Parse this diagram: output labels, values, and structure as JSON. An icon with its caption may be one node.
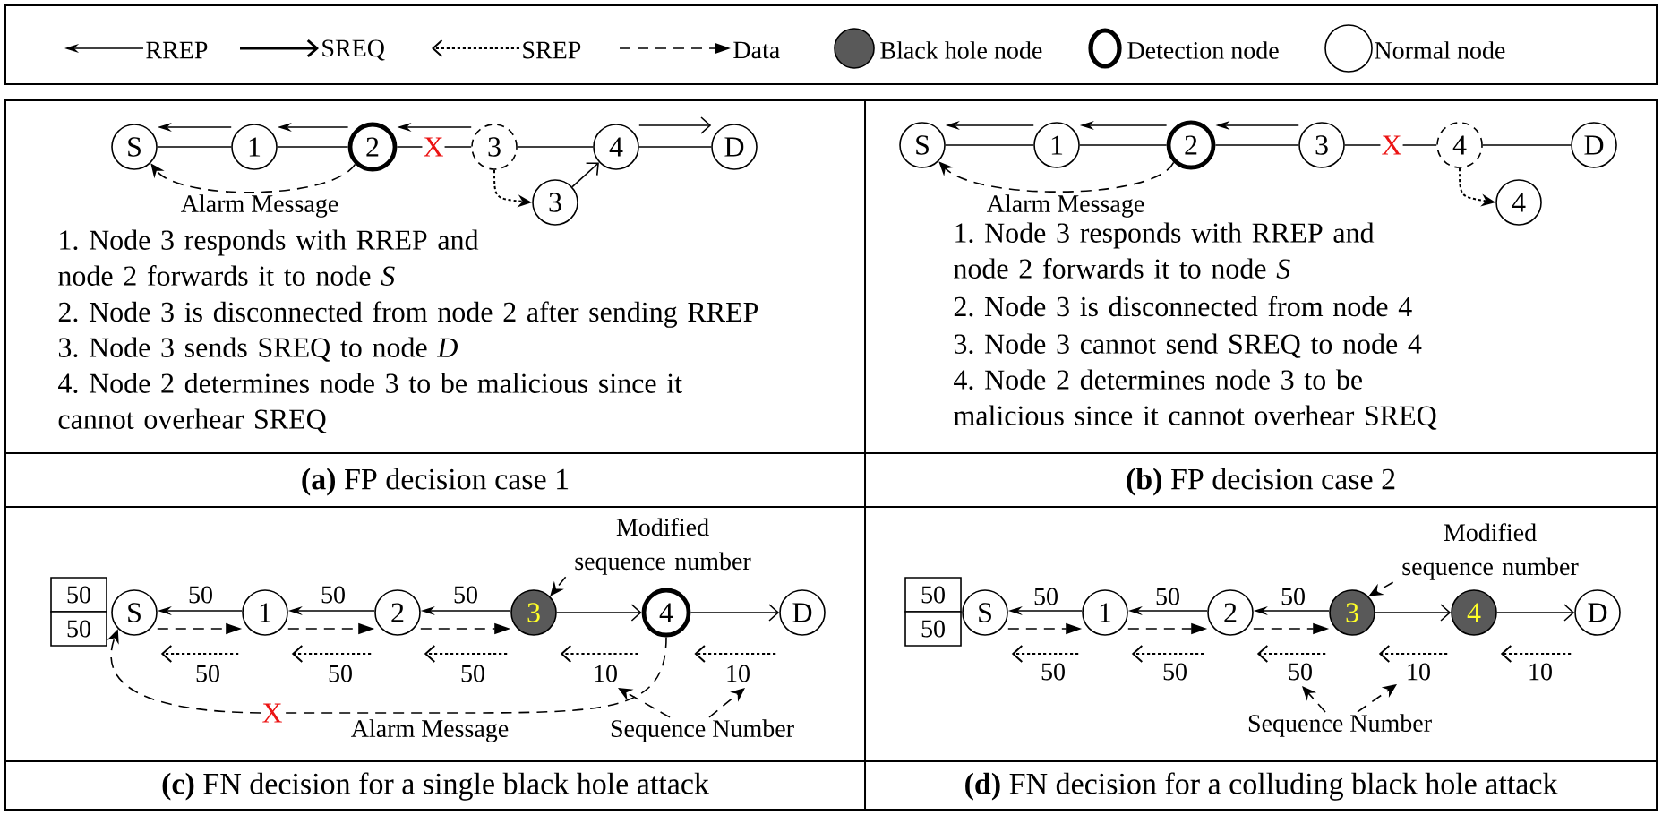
{
  "diagram": {
    "nodes": [
      {
        "text": [
          "S"
        ]
      },
      {
        "text": [
          "1"
        ]
      },
      {
        "text": [
          "2"
        ]
      },
      {
        "text": [
          "3"
        ]
      },
      {
        "text": [
          "4"
        ]
      },
      {
        "text": [
          "D"
        ]
      },
      {
        "text": [
          "3"
        ]
      },
      {
        "text": [
          "S"
        ]
      },
      {
        "text": [
          "1"
        ]
      },
      {
        "text": [
          "2"
        ]
      },
      {
        "text": [
          "3"
        ]
      },
      {
        "text": [
          "4"
        ]
      },
      {
        "text": [
          "D"
        ]
      },
      {
        "text": [
          "4"
        ]
      },
      {
        "text": [
          "50"
        ]
      },
      {
        "text": [
          "50"
        ]
      },
      {
        "text": [
          "S"
        ]
      },
      {
        "text": [
          "1"
        ]
      },
      {
        "text": [
          "2"
        ]
      },
      {
        "text": [
          "3"
        ]
      },
      {
        "text": [
          "4"
        ]
      },
      {
        "text": [
          "D"
        ]
      },
      {
        "text": [
          "Modified sequence number"
        ]
      },
      {
        "text": [
          "Sequence Number"
        ]
      },
      {
        "text": [
          "50"
        ]
      },
      {
        "text": [
          "50"
        ]
      },
      {
        "text": [
          "S"
        ]
      },
      {
        "text": [
          "1"
        ]
      },
      {
        "text": [
          "2"
        ]
      },
      {
        "text": [
          "3"
        ]
      },
      {
        "text": [
          "4"
        ]
      },
      {
        "text": [
          "D"
        ]
      },
      {
        "text": [
          "Modified sequence number"
        ]
      },
      {
        "text": [
          "Sequence Number"
        ]
      }
    ],
    "edges": [
      {
        "from": 0,
        "to": 1,
        "arrow": "none"
      },
      {
        "from": 1,
        "to": 2,
        "arrow": "none"
      },
      {
        "from": 2,
        "to": 3,
        "arrow": "none"
      },
      {
        "from": 3,
        "to": 4,
        "arrow": "none"
      },
      {
        "from": 4,
        "to": 5,
        "arrow": "none"
      },
      {
        "from": 1,
        "to": 0,
        "arrow": "to"
      },
      {
        "from": 2,
        "to": 1,
        "arrow": "to"
      },
      {
        "from": 3,
        "to": 2,
        "arrow": "to"
      },
      {
        "from": 4,
        "to": 5,
        "arrow": "to"
      },
      {
        "from": 3,
        "to": 6,
        "arrow": "to",
        "style": "dashed"
      },
      {
        "from": 6,
        "to": 4,
        "arrow": "to"
      },
      {
        "from": 2,
        "to": 0,
        "arrow": "to",
        "style": "dashed",
        "label": "Alarm Message"
      },
      {
        "from": 7,
        "to": 8,
        "arrow": "none"
      },
      {
        "from": 8,
        "to": 9,
        "arrow": "none"
      },
      {
        "from": 9,
        "to": 10,
        "arrow": "none"
      },
      {
        "from": 10,
        "to": 11,
        "arrow": "none"
      },
      {
        "from": 11,
        "to": 12,
        "arrow": "none"
      },
      {
        "from": 8,
        "to": 7,
        "arrow": "to"
      },
      {
        "from": 9,
        "to": 8,
        "arrow": "to"
      },
      {
        "from": 10,
        "to": 9,
        "arrow": "to"
      },
      {
        "from": 11,
        "to": 13,
        "arrow": "to",
        "style": "dashed"
      },
      {
        "from": 9,
        "to": 7,
        "arrow": "to",
        "style": "dashed",
        "label": "Alarm Message"
      },
      {
        "from": 17,
        "to": 16,
        "arrow": "to",
        "label": "50"
      },
      {
        "from": 18,
        "to": 17,
        "arrow": "to",
        "label": "50"
      },
      {
        "from": 19,
        "to": 18,
        "arrow": "to",
        "label": "50"
      },
      {
        "from": 19,
        "to": 20,
        "arrow": "to"
      },
      {
        "from": 20,
        "to": 21,
        "arrow": "to"
      },
      {
        "from": 16,
        "to": 17,
        "arrow": "to",
        "style": "dashed"
      },
      {
        "from": 17,
        "to": 18,
        "arrow": "to",
        "style": "dashed"
      },
      {
        "from": 18,
        "to": 19,
        "arrow": "to",
        "style": "dashed"
      },
      {
        "from": 17,
        "to": 16,
        "arrow": "to",
        "style": "dashed",
        "label": "50"
      },
      {
        "from": 18,
        "to": 17,
        "arrow": "to",
        "style": "dashed",
        "label": "50"
      },
      {
        "from": 19,
        "to": 18,
        "arrow": "to",
        "style": "dashed",
        "label": "50"
      },
      {
        "from": 20,
        "to": 19,
        "arrow": "to",
        "style": "dashed",
        "label": "10"
      },
      {
        "from": 21,
        "to": 20,
        "arrow": "to",
        "style": "dashed",
        "label": "10"
      },
      {
        "from": 20,
        "to": 16,
        "arrow": "to",
        "style": "dashed",
        "label": "Alarm Message"
      },
      {
        "from": 22,
        "to": 19,
        "arrow": "to",
        "style": "dashed"
      },
      {
        "from": 23,
        "to": null,
        "arrow": "to",
        "style": "dashed"
      },
      {
        "from": 23,
        "to": null,
        "arrow": "to",
        "style": "dashed"
      },
      {
        "from": 27,
        "to": 26,
        "arrow": "to",
        "label": "50"
      },
      {
        "from": 28,
        "to": 27,
        "arrow": "to",
        "label": "50"
      },
      {
        "from": 29,
        "to": 28,
        "arrow": "to",
        "label": "50"
      },
      {
        "from": 29,
        "to": 30,
        "arrow": "to"
      },
      {
        "from": 30,
        "to": 31,
        "arrow": "to"
      },
      {
        "from": 26,
        "to": 27,
        "arrow": "to",
        "style": "dashed"
      },
      {
        "from": 27,
        "to": 28,
        "arrow": "to",
        "style": "dashed"
      },
      {
        "from": 28,
        "to": 29,
        "arrow": "to",
        "style": "dashed"
      },
      {
        "from": 27,
        "to": 26,
        "arrow": "to",
        "style": "dashed",
        "label": "50"
      },
      {
        "from": 28,
        "to": 27,
        "arrow": "to",
        "style": "dashed",
        "label": "50"
      },
      {
        "from": 29,
        "to": 28,
        "arrow": "to",
        "style": "dashed",
        "label": "50"
      },
      {
        "from": 30,
        "to": 29,
        "arrow": "to",
        "style": "dashed",
        "label": "10"
      },
      {
        "from": 31,
        "to": 30,
        "arrow": "to",
        "style": "dashed",
        "label": "10"
      },
      {
        "from": 32,
        "to": 29,
        "arrow": "to",
        "style": "dashed"
      },
      {
        "from": 33,
        "to": null,
        "arrow": "to",
        "style": "dashed"
      },
      {
        "from": 33,
        "to": null,
        "arrow": "to",
        "style": "dashed"
      }
    ],
    "labels": [
      "X",
      "1. Node 3 responds with RREP and node 2 forwards it to node *S*",
      "2. Node 3 is disconnected from node 2 after sending RREP",
      "3. Node 3 sends SREQ to node *D*",
      "4. Node 2 determines node 3 to be malicious since it cannot overhear SREQ",
      "**(a)** FP decision case 1",
      "X",
      "1. Node 3 responds with RREP and node 2 forwards it to node *S*",
      "2. Node 3 is disconnected from node 4",
      "3. Node 3 cannot send SREQ to node 4",
      "4. Node 2 determines node 3 to be malicious since it cannot overhear SREQ",
      "**(b)** FP decision case 2",
      "X",
      "**(c)** FN decision for a single black hole attack",
      "**(d)** FN decision for a colluding black hole attack"
    ],
    "legend": [
      {
        "text": "RREP"
      },
      {
        "text": "SREQ"
      },
      {
        "text": "SREP"
      },
      {
        "text": "Data"
      },
      {
        "text": "Black hole node",
        "color": "#595959"
      },
      {
        "text": "Detection node"
      },
      {
        "text": "Normal node"
      }
    ]
  }
}
